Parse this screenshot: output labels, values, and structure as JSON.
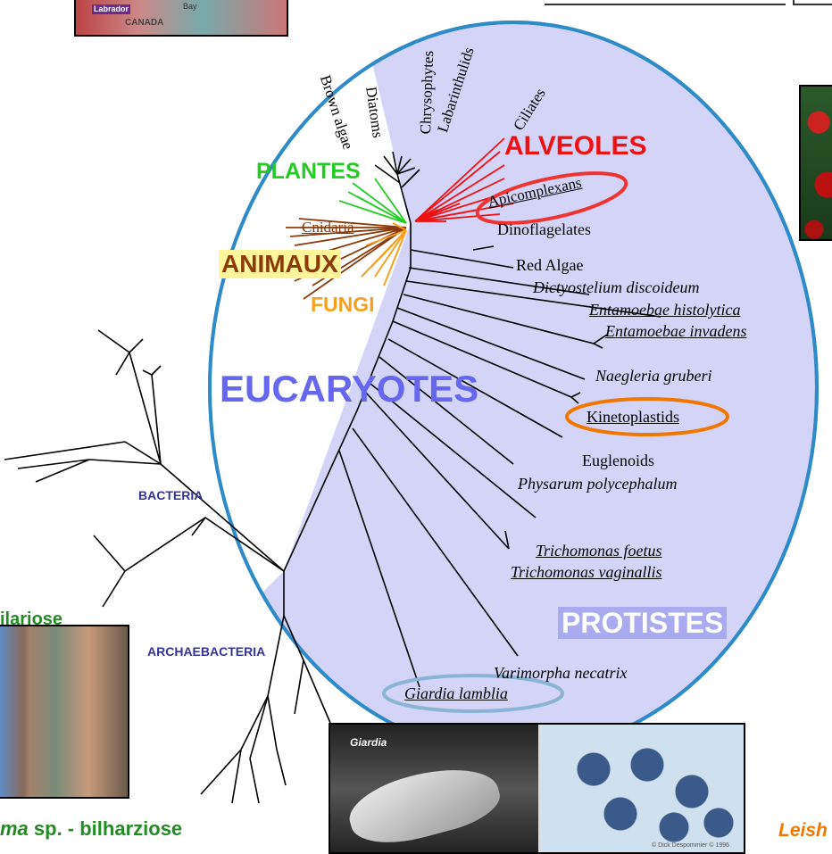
{
  "domains": {
    "eucaryotes": "EUCARYOTES",
    "bacteria": "BACTERIA",
    "archaebacteria": "ARCHAEBACTERIA",
    "protistes": "PROTISTES"
  },
  "groups": {
    "plantes": "PLANTES",
    "animaux": "ANIMAUX",
    "fungi": "FUNGI",
    "alveoles": "ALVEOLES"
  },
  "taxa": {
    "brown_algae": "Brown algae",
    "diatoms": "Diatoms",
    "chrysophytes": "Chrysophytes",
    "labarinthulids": "Labarinthulids",
    "ciliates": "Ciliates",
    "apicomplexans": "Apicomplexans",
    "dinoflagelates": "Dinoflagelates",
    "cnidaria": "Cnidaria",
    "red_algae": "Red Algae",
    "dictyostelium": "Dictyostelium discoideum",
    "entamoebae_histolytica": "Entamoebae histolytica",
    "entamoebae_invadens": "Entamoebae invadens",
    "naegleria": "Naegleria gruberi",
    "kinetoplastids": "Kinetoplastids",
    "euglenoids": "Euglenoids",
    "physarum": "Physarum polycephalum",
    "trichomonas_foetus": "Trichomonas foetus",
    "trichomonas_vaginallis": "Trichomonas vaginallis",
    "varimorpha": "Varimorpha necatrix",
    "giardia": "Giardia lamblia"
  },
  "captions": {
    "filariose": "ilariose",
    "schistosoma_italic": "ma",
    "schistosoma_rest": " sp. - bilharziose",
    "leishmania": "Leish"
  },
  "photos": {
    "map_label": "Labrador",
    "map_country": "CANADA",
    "map_bay": "Bay",
    "giardia_label": "Giardia",
    "credit": "© Dick Despommier © 1996"
  },
  "colors": {
    "eucaryotes": "#6666ee",
    "protistes_bg": "#aaaaf0",
    "ellipse_fill": "#d4d4f8",
    "ellipse_stroke": "#2e8bc7",
    "plantes": "#22cc22",
    "animaux": "#8b3a0a",
    "fungi": "#f5a020",
    "alveoles": "#ee1111",
    "bacteria": "#333399",
    "caption_green": "#228b22",
    "caption_orange": "#f07800"
  }
}
